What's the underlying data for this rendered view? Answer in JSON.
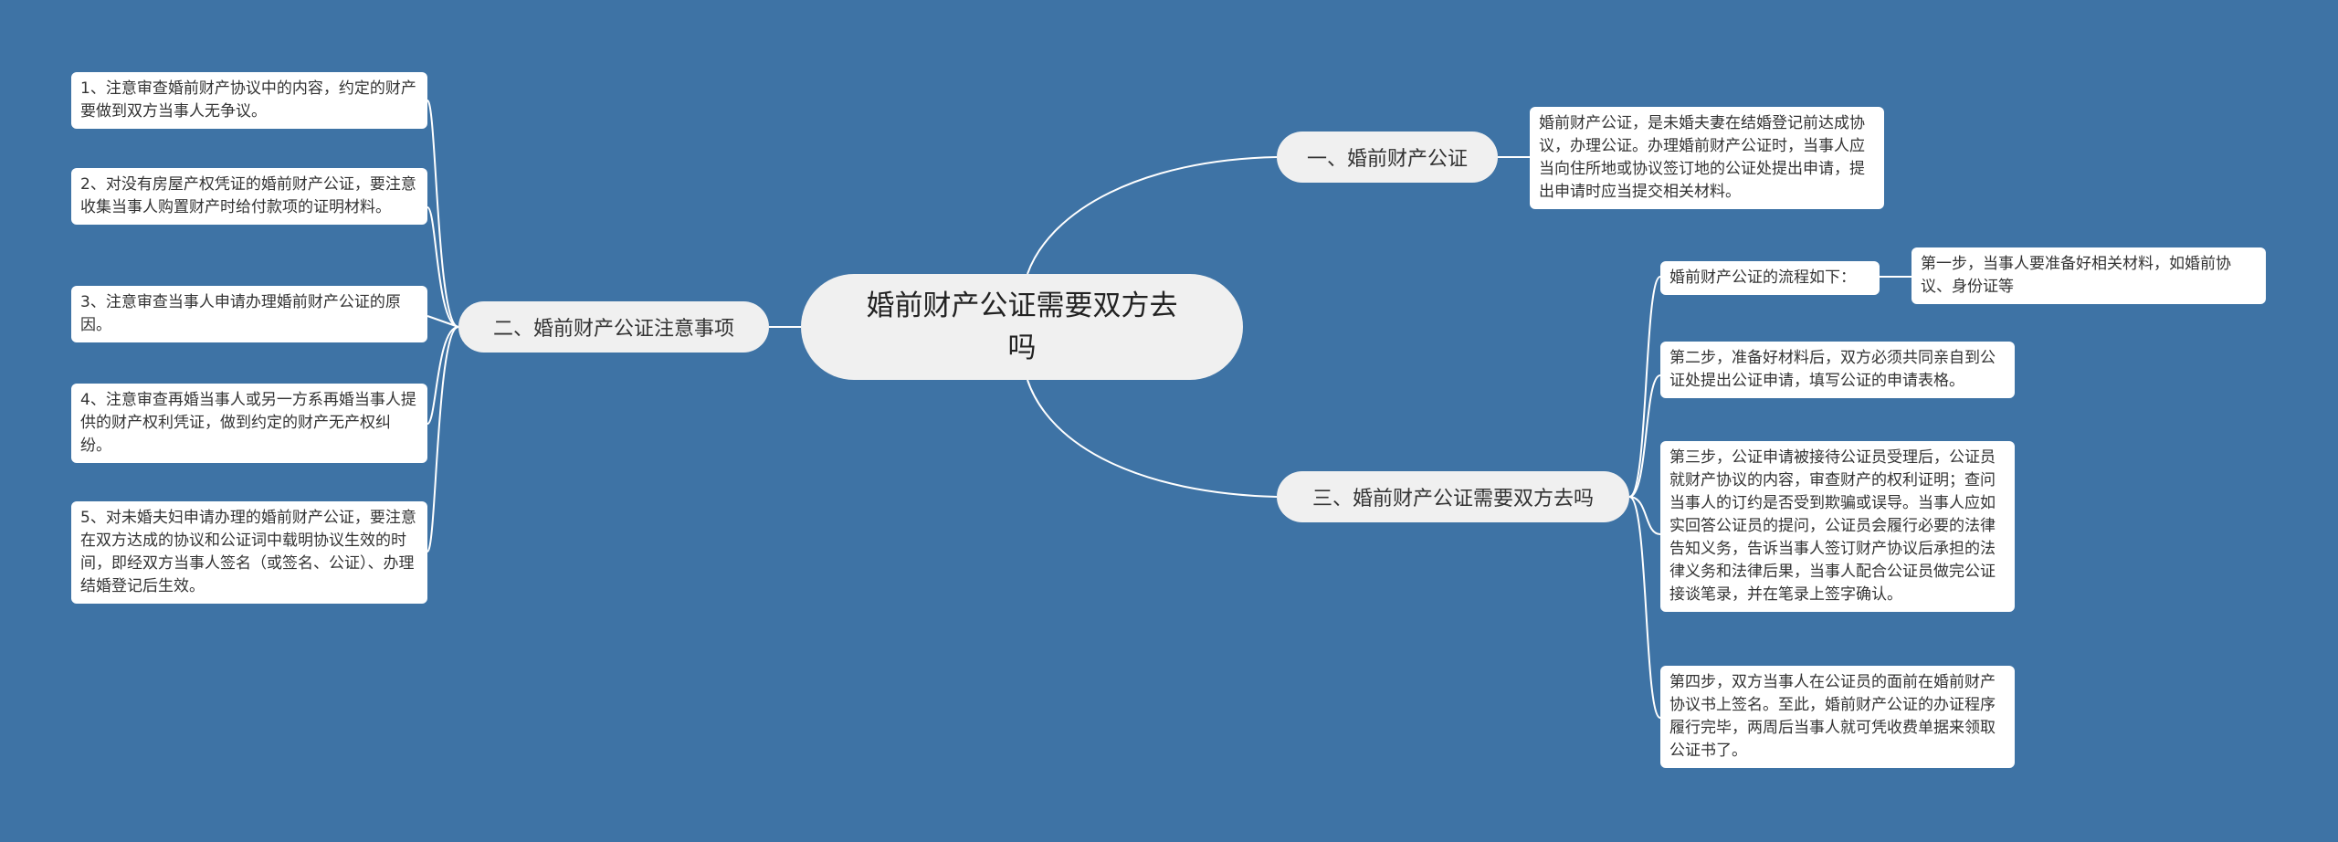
{
  "root": {
    "title": "婚前财产公证需要双方去吗"
  },
  "branch1": {
    "label": "一、婚前财产公证",
    "detail": "婚前财产公证，是未婚夫妻在结婚登记前达成协议，办理公证。办理婚前财产公证时，当事人应当向住所地或协议签订地的公证处提出申请，提出申请时应当提交相关材料。"
  },
  "branch2": {
    "label": "二、婚前财产公证注意事项",
    "items": [
      "1、注意审查婚前财产协议中的内容，约定的财产要做到双方当事人无争议。",
      "2、对没有房屋产权凭证的婚前财产公证，要注意收集当事人购置财产时给付款项的证明材料。",
      "3、注意审查当事人申请办理婚前财产公证的原因。",
      "4、注意审查再婚当事人或另一方系再婚当事人提供的财产权利凭证，做到约定的财产无产权纠纷。",
      "5、对未婚夫妇申请办理的婚前财产公证，要注意在双方达成的协议和公证词中载明协议生效的时间，即经双方当事人签名（或签名、公证）、办理结婚登记后生效。"
    ]
  },
  "branch3": {
    "label": "三、婚前财产公证需要双方去吗",
    "flow_label": "婚前财产公证的流程如下：",
    "step1": "第一步，当事人要准备好相关材料，如婚前协议、身份证等",
    "steps": [
      "第二步，准备好材料后，双方必须共同亲自到公证处提出公证申请，填写公证的申请表格。",
      "第三步，公证申请被接待公证员受理后，公证员就财产协议的内容，审查财产的权利证明；查问当事人的订约是否受到欺骗或误导。当事人应如实回答公证员的提问，公证员会履行必要的法律告知义务，告诉当事人签订财产协议后承担的法律义务和法律后果，当事人配合公证员做完公证接谈笔录，并在笔录上签字确认。",
      "第四步，双方当事人在公证员的面前在婚前财产协议书上签名。至此，婚前财产公证的办证程序履行完毕，两周后当事人就可凭收费单据来领取公证书了。"
    ]
  },
  "colors": {
    "background": "#3e73a5",
    "node": "#f0f0f0",
    "leaf": "#ffffff",
    "line": "#ffffff"
  }
}
